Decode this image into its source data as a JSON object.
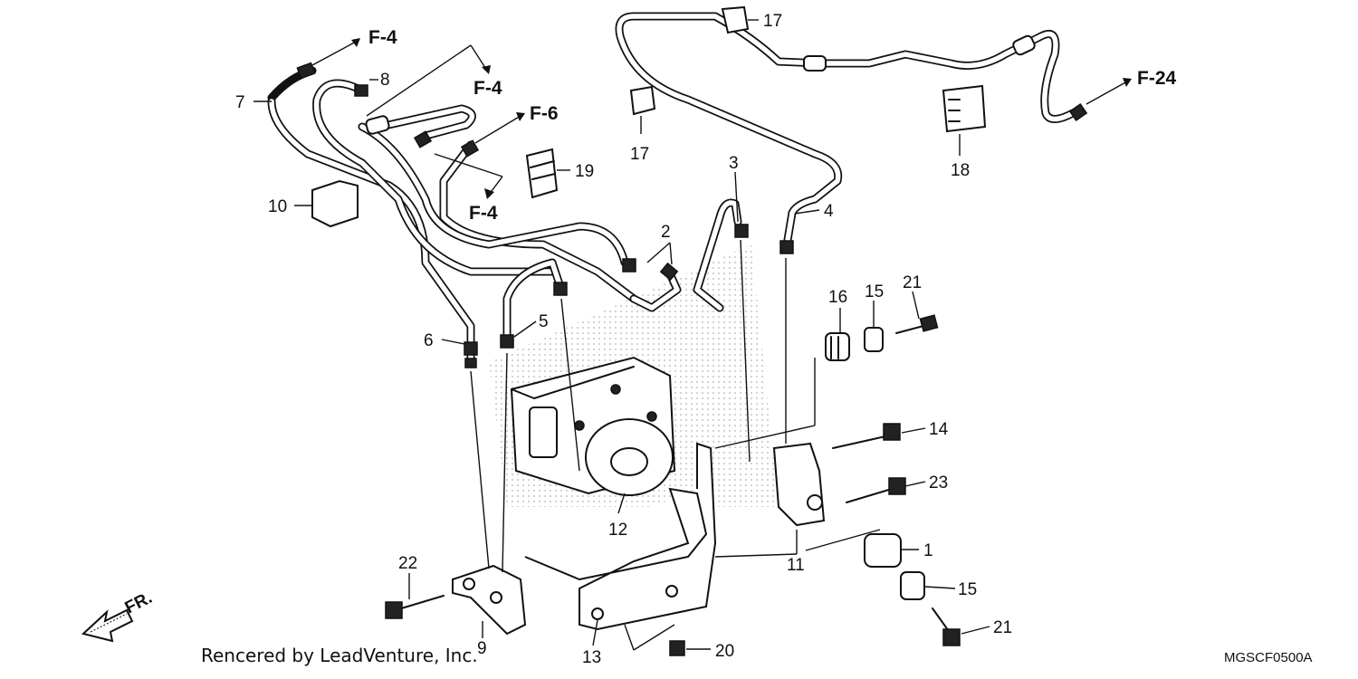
{
  "diagram": {
    "callouts": {
      "c1": "1",
      "c2": "2",
      "c3": "3",
      "c4": "4",
      "c5": "5",
      "c6": "6",
      "c7": "7",
      "c8": "8",
      "c9": "9",
      "c10": "10",
      "c11": "11",
      "c12": "12",
      "c13": "13",
      "c14": "14",
      "c15a": "15",
      "c15b": "15",
      "c16": "16",
      "c17a": "17",
      "c17b": "17",
      "c18": "18",
      "c19": "19",
      "c20": "20",
      "c21a": "21",
      "c21b": "21",
      "c22": "22",
      "c23": "23"
    },
    "refs": {
      "f4_top": "F-4",
      "f4_mid": "F-4",
      "f4_low": "F-4",
      "f6": "F-6",
      "f24": "F-24"
    },
    "direction": "FR.",
    "credit": "Rencered by LeadVenture, Inc.",
    "code": "MGSCF0500A"
  }
}
